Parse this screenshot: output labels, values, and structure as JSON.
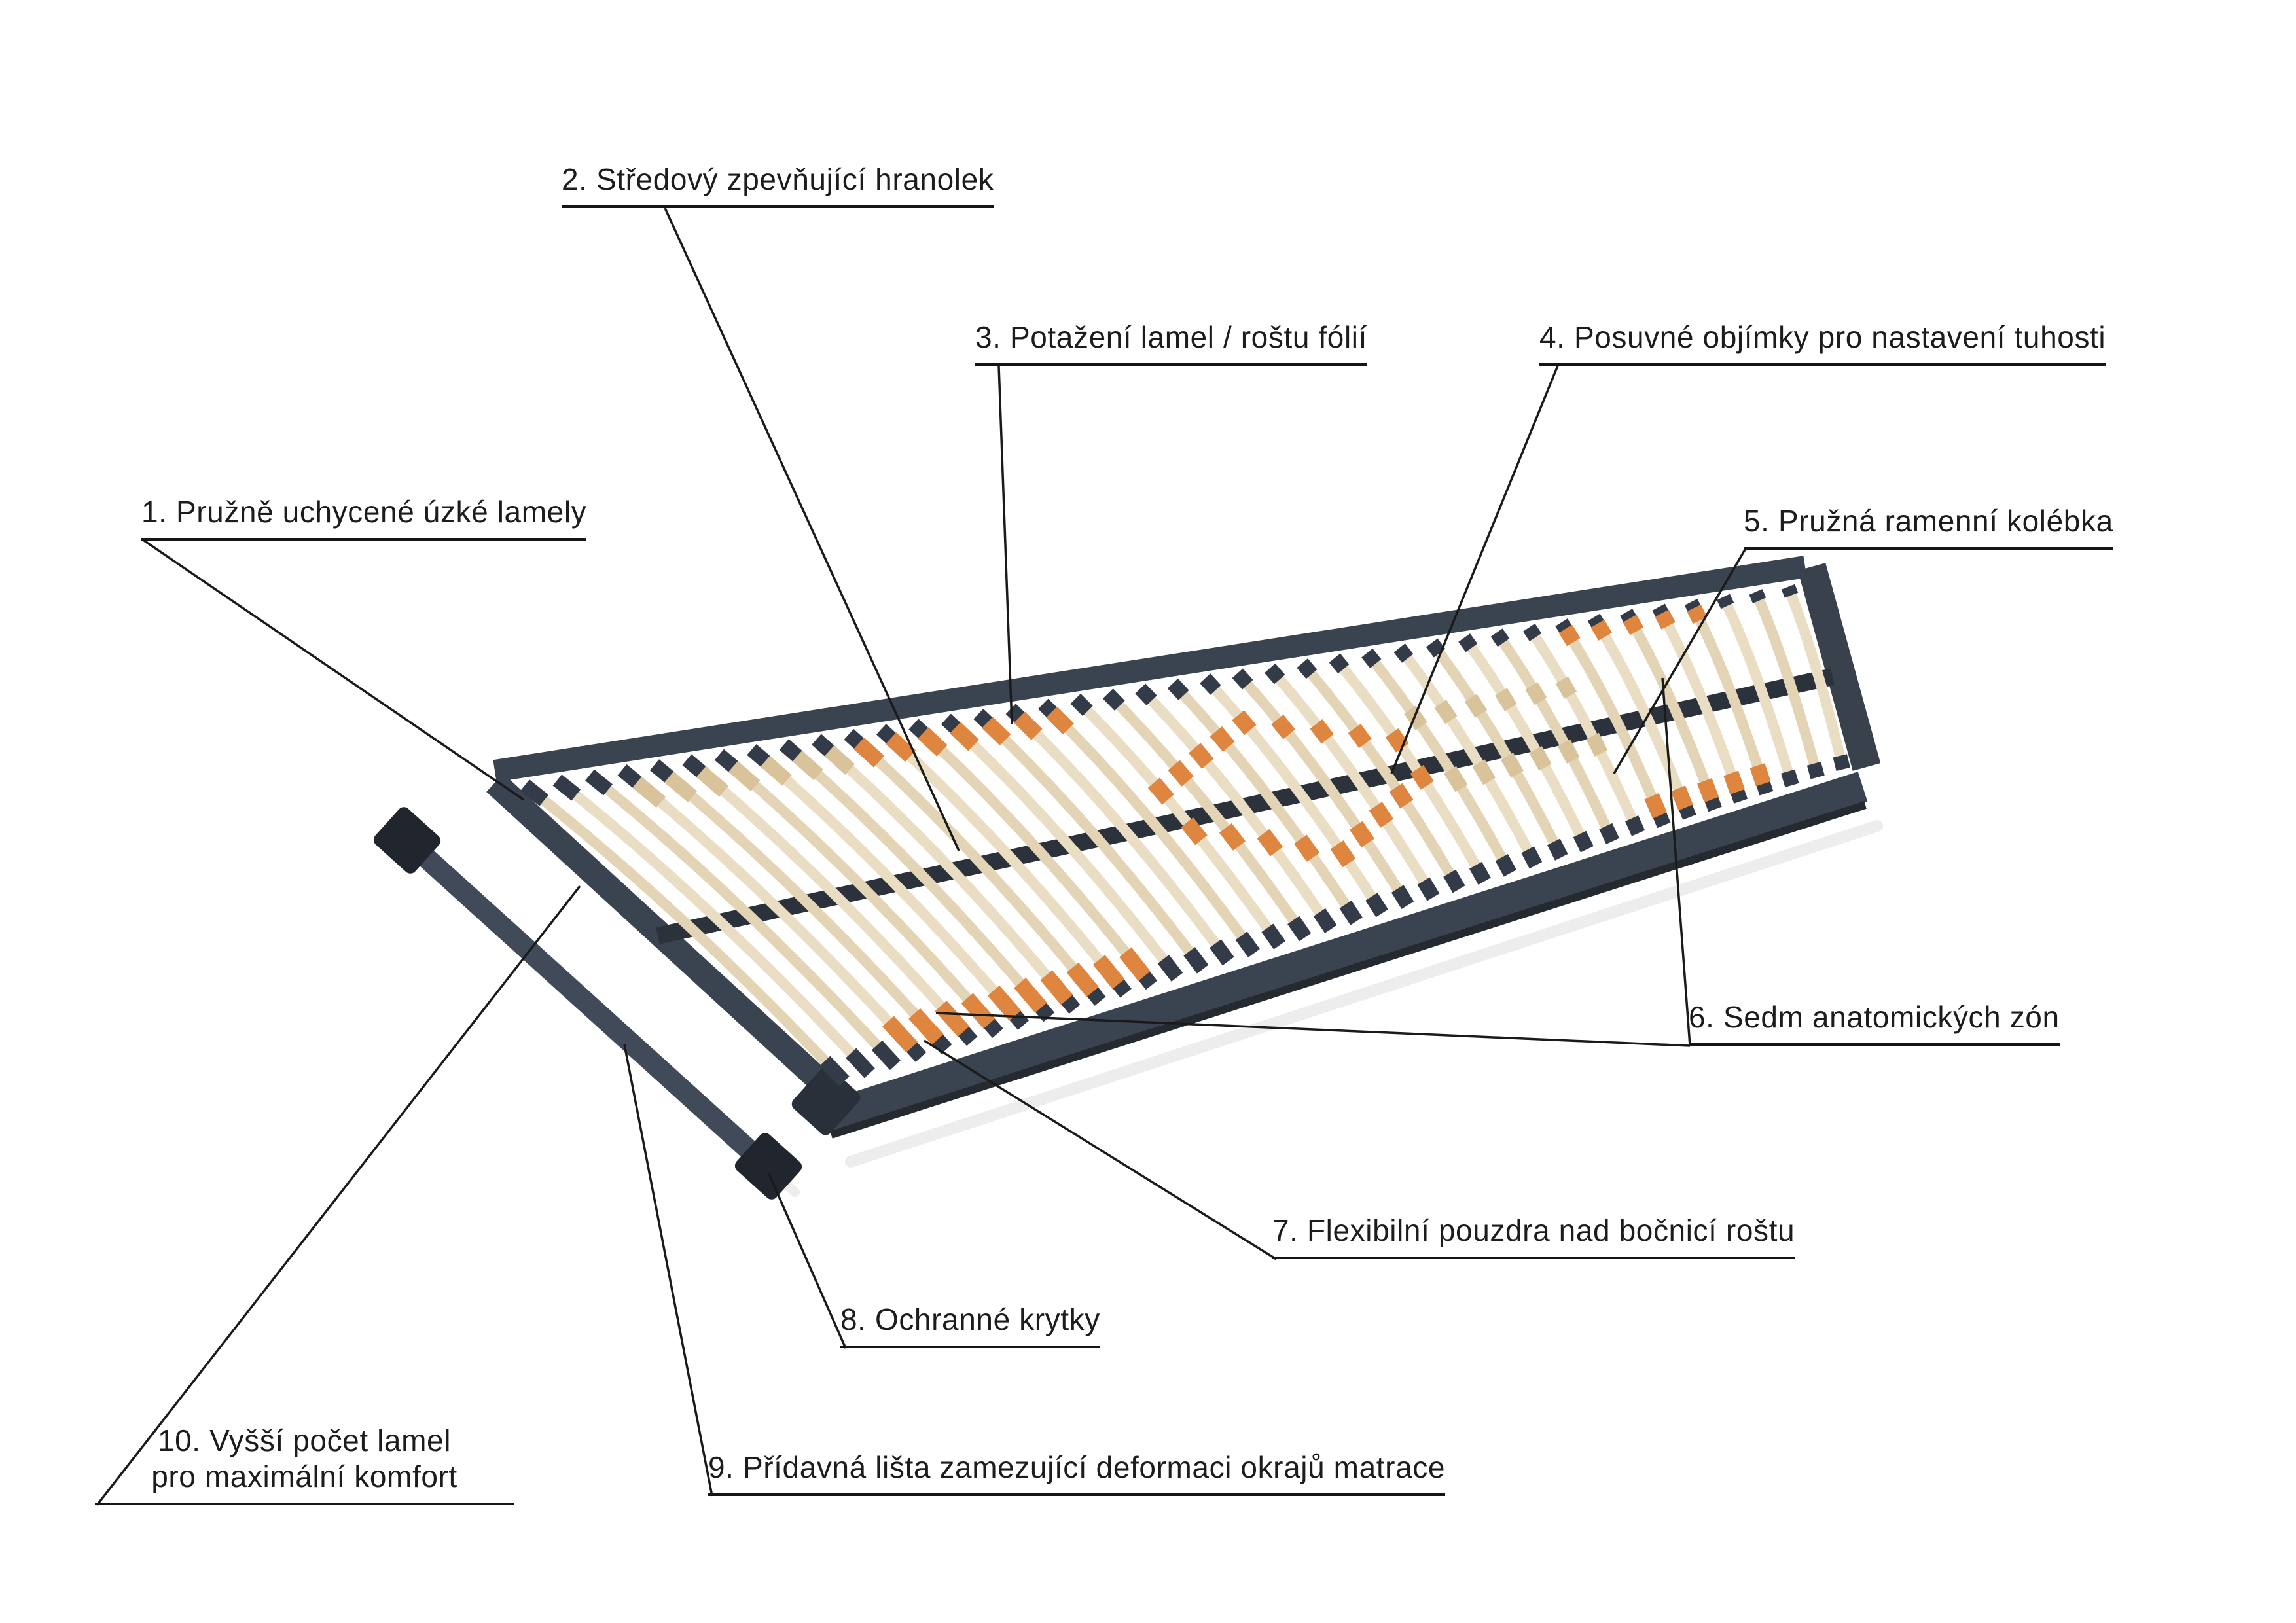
{
  "diagram": {
    "subject": "slatted-bed-base",
    "callouts": [
      {
        "id": "1",
        "label": "1. Pružně uchycené úzké lamely"
      },
      {
        "id": "2",
        "label": "2. Středový zpevňující hranolek"
      },
      {
        "id": "3",
        "label": "3. Potažení lamel / roštu fólií"
      },
      {
        "id": "4",
        "label": "4. Posuvné objímky pro nastavení tuhosti"
      },
      {
        "id": "5",
        "label": "5. Pružná ramenní kolébka"
      },
      {
        "id": "6",
        "label": "6. Sedm anatomických zón"
      },
      {
        "id": "7",
        "label": "7. Flexibilní pouzdra nad bočnicí roštu"
      },
      {
        "id": "8",
        "label": "8. Ochranné krytky"
      },
      {
        "id": "9",
        "label": "9. Přídavná lišta zamezující deformaci okrajů matrace"
      },
      {
        "id": "10",
        "label_line1": "10. Vyšší počet lamel",
        "label_line2": "pro maximální komfort"
      }
    ],
    "colors": {
      "frame": "#3a4350",
      "frame_dark": "#252a31",
      "corner_cap": "#21262e",
      "slat_a": "#e9ddc3",
      "slat_b": "#e2d4b5",
      "slat_holder": "#343b48",
      "slider_orange": "#de8640",
      "slider_beige": "#d8c39a",
      "center_bar": "#2c323c",
      "leader_line": "#1a1a1a",
      "shadow": "#ededed"
    }
  }
}
